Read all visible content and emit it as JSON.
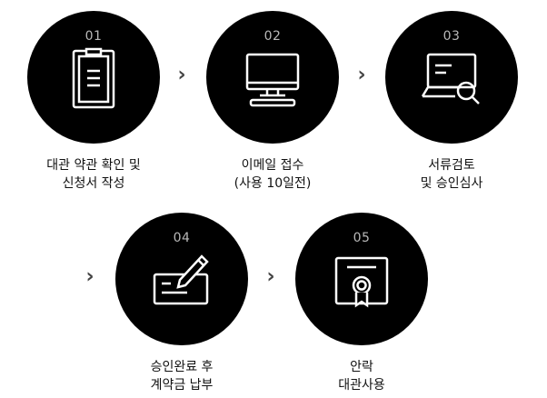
{
  "steps": [
    {
      "number": "01",
      "label_line1": "대관 약관 확인 및",
      "label_line2": "신청서 작성",
      "icon": "clipboard-icon"
    },
    {
      "number": "02",
      "label_line1": "이메일 접수",
      "label_line2": "(사용 10일전)",
      "icon": "computer-monitor-icon"
    },
    {
      "number": "03",
      "label_line1": "서류검토",
      "label_line2": "및 승인심사",
      "icon": "laptop-magnifier-icon"
    },
    {
      "number": "04",
      "label_line1": "승인완료 후",
      "label_line2": "계약금 납부",
      "icon": "check-pen-icon"
    },
    {
      "number": "05",
      "label_line1": "안락",
      "label_line2": "대관사용",
      "icon": "certificate-icon"
    }
  ],
  "arrow_glyph": "›"
}
